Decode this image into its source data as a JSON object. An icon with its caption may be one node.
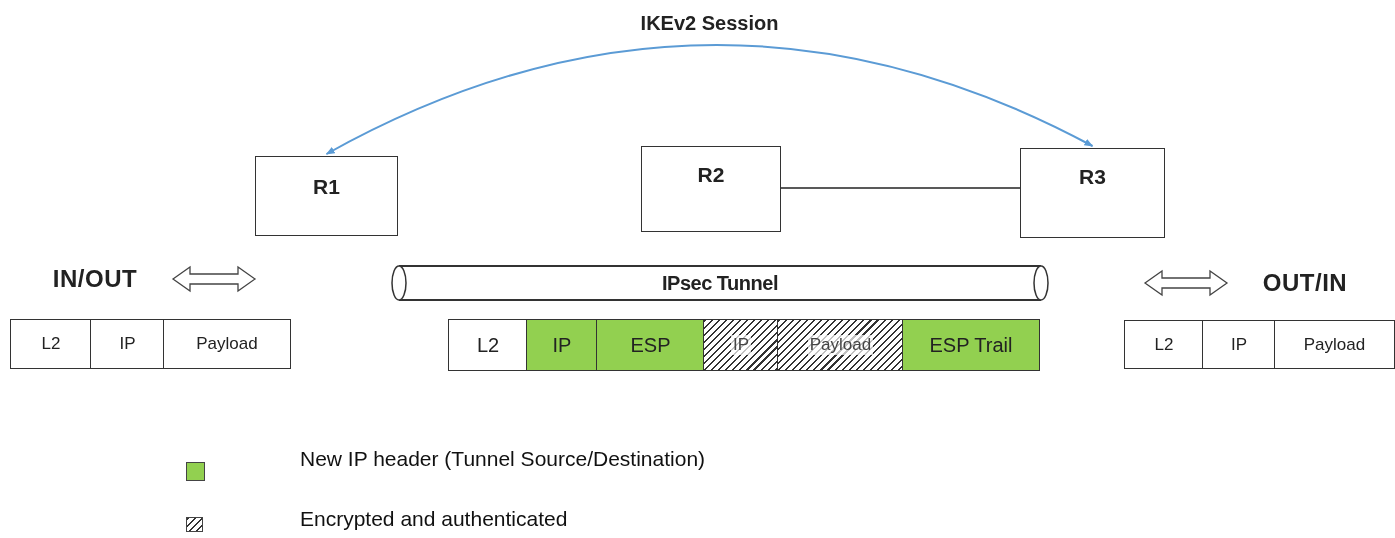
{
  "diagram": {
    "nodes": [
      {
        "text": [
          "R1"
        ]
      },
      {
        "text": [
          "R2"
        ]
      },
      {
        "text": [
          "R3"
        ]
      },
      {
        "text": [
          "IPsec Tunnel"
        ]
      },
      {
        "text": [
          "L2"
        ]
      },
      {
        "text": [
          "IP"
        ]
      },
      {
        "text": [
          "Payload"
        ]
      },
      {
        "text": [
          "L2"
        ]
      },
      {
        "text": [
          "IP"
        ]
      },
      {
        "text": [
          "ESP"
        ]
      },
      {
        "text": [
          "IP"
        ]
      },
      {
        "text": [
          "Payload"
        ]
      },
      {
        "text": [
          "ESP Trail"
        ]
      },
      {
        "text": [
          "L2"
        ]
      },
      {
        "text": [
          "IP"
        ]
      },
      {
        "text": [
          "Payload"
        ]
      },
      {
        "text": [
          "IN/OUT"
        ]
      },
      {
        "text": [
          "OUT/IN"
        ]
      }
    ],
    "edges": [
      {
        "from": 0,
        "to": 2,
        "arrow": "both",
        "label": "IKEv2 Session",
        "color": "#5b9bd5"
      },
      {
        "from": 1,
        "to": 2,
        "arrow": "none",
        "color": "#595959"
      },
      {
        "from": 16,
        "to": null,
        "arrow": "both"
      },
      {
        "from": null,
        "to": 17,
        "arrow": "both"
      }
    ],
    "legend": [
      {
        "text": "New IP header (Tunnel Source/Destination)",
        "color": "#92d050"
      },
      {
        "text": "Encrypted and authenticated"
      }
    ]
  }
}
